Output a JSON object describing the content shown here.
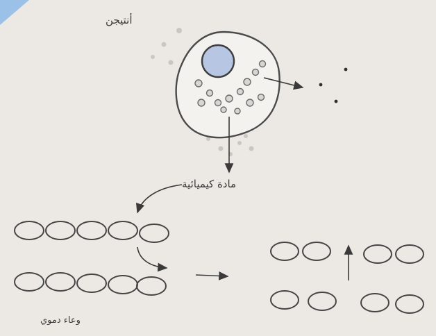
{
  "labels": {
    "antigen": "أنتيجن",
    "chemical": "مادة كيميائية",
    "vessel": "وعاء دموي"
  },
  "colors": {
    "background": "#ece9e4",
    "stroke": "#4a4a4a",
    "nucleus_fill": "#b6c6e3",
    "granule_fill": "#d9d6d2",
    "antigen_dots": "#c9c7c4",
    "corner_accent": "#9cc1e8"
  }
}
